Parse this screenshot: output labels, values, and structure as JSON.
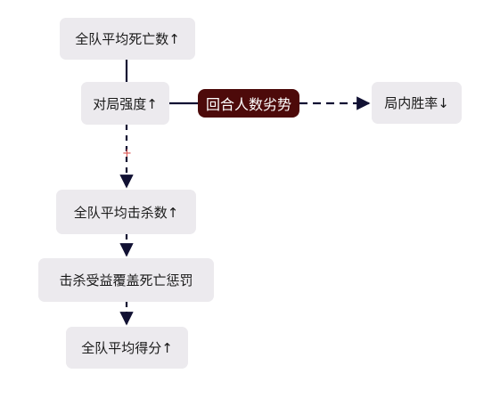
{
  "diagram": {
    "nodes": {
      "team_avg_deaths": "全队平均死亡数↑",
      "match_intensity": "对局强度↑",
      "round_disadvantage": "回合人数劣势",
      "round_win_rate": "局内胜率↓",
      "team_avg_kills": "全队平均击杀数↑",
      "kill_benefit_cover": "击杀受益覆盖死亡惩罚",
      "team_avg_score": "全队平均得分↑"
    },
    "edge_signs": {
      "intensity_to_kills": "+"
    },
    "colors": {
      "node_fill": "#eceaee",
      "highlight_fill": "#4d0a0a",
      "edge": "#111133",
      "sign": "#d9534f"
    }
  }
}
